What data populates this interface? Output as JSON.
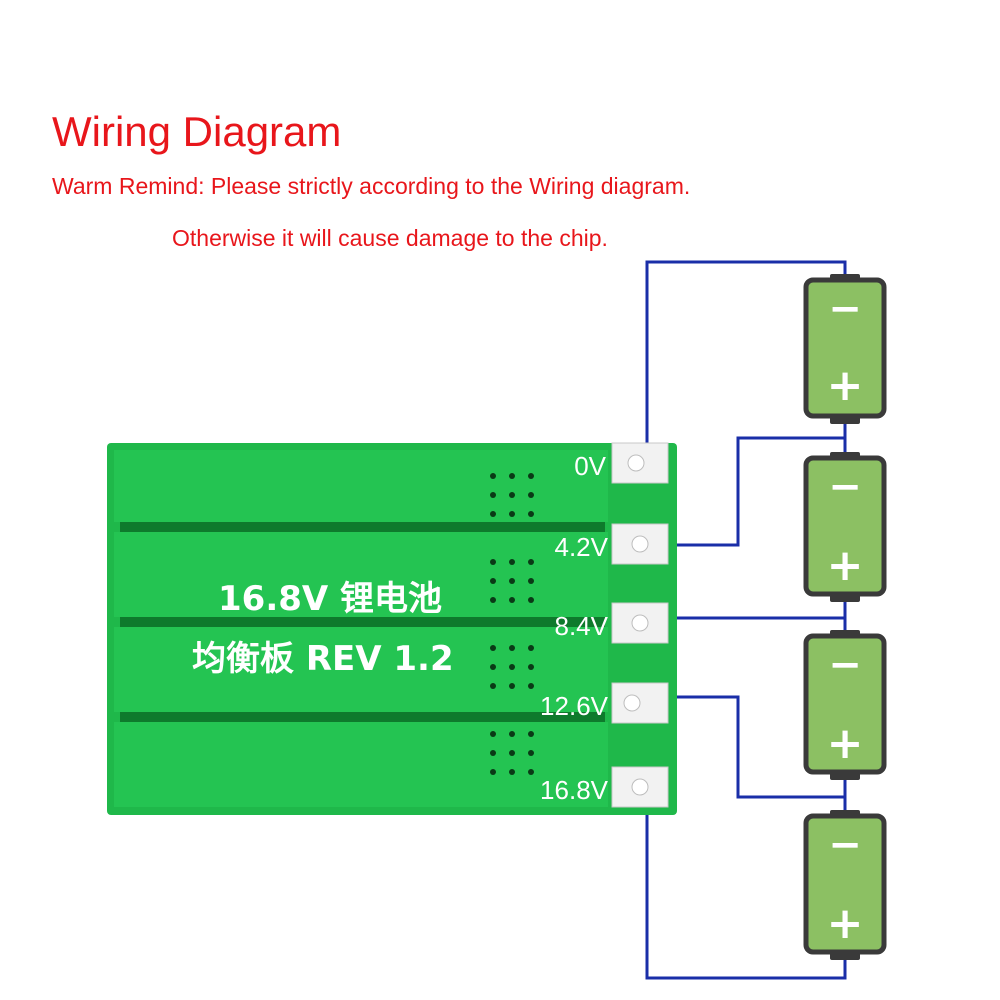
{
  "header": {
    "title": "Wiring Diagram",
    "remind_line1": "Warm Remind: Please strictly according to the Wiring diagram.",
    "remind_line2": "Otherwise it will cause damage to the chip."
  },
  "board": {
    "label_line1": "16.8V 锂电池",
    "label_line2": "均衡板 REV 1.2",
    "pins": [
      "0V",
      "4.2V",
      "8.4V",
      "12.6V",
      "16.8V"
    ]
  },
  "batteries": [
    {
      "minus": "−",
      "plus": "+"
    },
    {
      "minus": "−",
      "plus": "+"
    },
    {
      "minus": "−",
      "plus": "+"
    },
    {
      "minus": "−",
      "plus": "+"
    }
  ],
  "colors": {
    "text_red": "#e8161b",
    "wire_blue": "#1a2ea8",
    "pcb_green": "#1fb84a",
    "battery_green": "#8cc063",
    "battery_border": "#3a3a3a"
  }
}
